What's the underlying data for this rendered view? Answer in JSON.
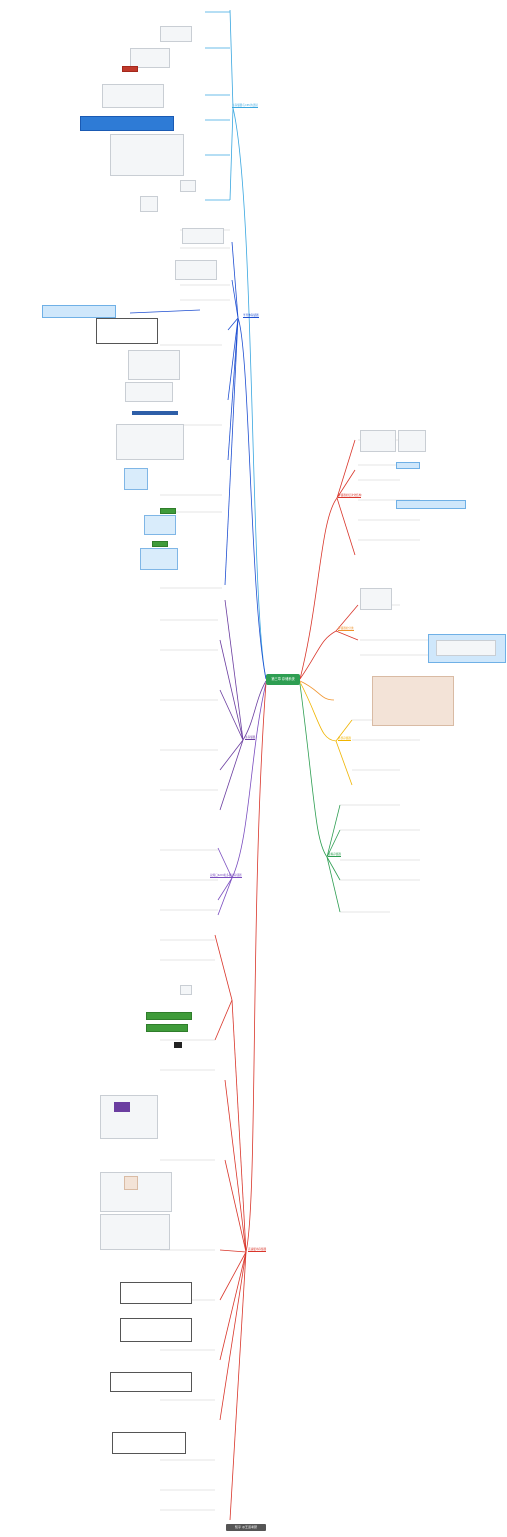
{
  "center": {
    "label": "第三章 存储系统"
  },
  "watermark": {
    "label": "知乎 @王道考研"
  },
  "branches": [
    {
      "name": "主存储器与CPU的连接",
      "color": "#3aa7e0"
    },
    {
      "name": "半导体存储器",
      "color": "#1f4fd1"
    },
    {
      "name": "主存储器",
      "color": "#6b3ea0"
    },
    {
      "name": "双端口RAM和多模块存储器",
      "color": "#7a4dbf"
    },
    {
      "name": "高速缓冲存储器",
      "color": "#d9362b"
    },
    {
      "name": "存储器的层次化结构",
      "color": "#d9362b"
    },
    {
      "name": "存储器的分类",
      "color": "#f0932b"
    },
    {
      "name": "外部存储器",
      "color": "#f0b400"
    },
    {
      "name": "虚拟存储器",
      "color": "#2e9e52"
    }
  ],
  "colors": {
    "center_bg": "#2e9e52",
    "sky": "#3aa7e0",
    "blue": "#1f4fd1",
    "purple": "#6b3ea0",
    "red": "#d9362b",
    "orange": "#f0932b",
    "yellow": "#f0b400",
    "green": "#2e9e52"
  }
}
